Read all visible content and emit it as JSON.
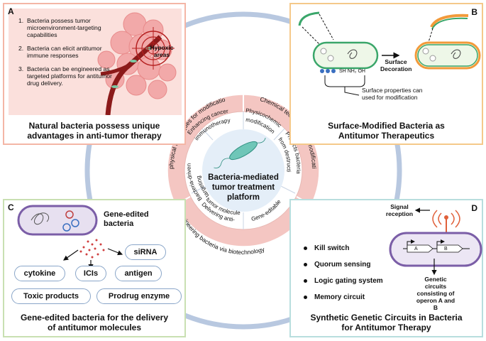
{
  "panel_a": {
    "letter": "A",
    "items": [
      {
        "num": "1.",
        "text": "Bacteria possess tumor microenvironment-targeting capabilities"
      },
      {
        "num": "2.",
        "text": "Bacteria can elicit antitumor immune responses"
      },
      {
        "num": "3.",
        "text": "Bacteria can be engineered as targeted platforms for antitumor drug delivery."
      }
    ],
    "hypoxic_label_line1": "Hypoxic",
    "hypoxic_label_line2": "areas",
    "title_line1": "Natural bacteria possess unique",
    "title_line2": "advantages in anti-tumor therapy"
  },
  "panel_b": {
    "letter": "B",
    "arrow_label_line1": "Surface",
    "arrow_label_line2": "Decoration",
    "group_labels": [
      "SH",
      "NH₂",
      "OH"
    ],
    "note_line1": "Surface properties can",
    "note_line2": "used for modification",
    "title_line1": "Surface-Modified Bacteria as",
    "title_line2": "Antitumor Therapeutics"
  },
  "panel_c": {
    "letter": "C",
    "header_line1": "Gene-edited",
    "header_line2": "bacteria",
    "products": {
      "cytokine": "cytokine",
      "icis": "ICIs",
      "sirna": "siRNA",
      "antigen": "antigen",
      "toxic": "Toxic products",
      "prodrug": "Prodrug enzyme"
    },
    "title_line1": "Gene-edited bacteria for the delivery",
    "title_line2": "of antitumor molecules"
  },
  "panel_d": {
    "letter": "D",
    "signal_line1": "Signal",
    "signal_line2": "reception",
    "circuits": [
      "Kill switch",
      "Quorum sensing",
      "Logic gating system",
      "Memory circuit"
    ],
    "gene_a": "A",
    "gene_b": "B",
    "circuit_note": [
      "Genetic circuits",
      "consisting of",
      "operon A and B"
    ],
    "title_line1": "Synthetic Genetic Circuits in Bacteria",
    "title_line2": "for Antitumor Therapy"
  },
  "center": {
    "title_line1": "Bacteria-mediated",
    "title_line2": "tumor treatment",
    "title_line3": "platform",
    "outer_ring": {
      "physical": "physical techniques for modification",
      "chemical": "Chemical techniques for modification",
      "engineering": "Engineering bacteria via biotechnology"
    },
    "inner_ring": {
      "immuno_line1": "Enhancing cancer",
      "immuno_line2": "immunotherapy",
      "physchem_line1": "Physicochemical",
      "physchem_line2": "modification",
      "protects_line1": "Protects bacteria",
      "protects_line2": "from destruction",
      "gene_editable": "Gene-editable",
      "delivering_line1": "Delivering anti-",
      "delivering_line2": "tumor molecules",
      "targeting_line1": "Bacteria-driven",
      "targeting_line2": "targeting"
    }
  },
  "colors": {
    "outer_ring": "#f4c6c2",
    "inner_ring": "#ffffff",
    "core": "#e4eef8",
    "big_circle": "#b8c8e0",
    "panel_a_border": "#f4b6a6",
    "panel_b_border": "#f5c98a",
    "panel_c_border": "#c9e0b2",
    "panel_d_border": "#b8dede"
  }
}
